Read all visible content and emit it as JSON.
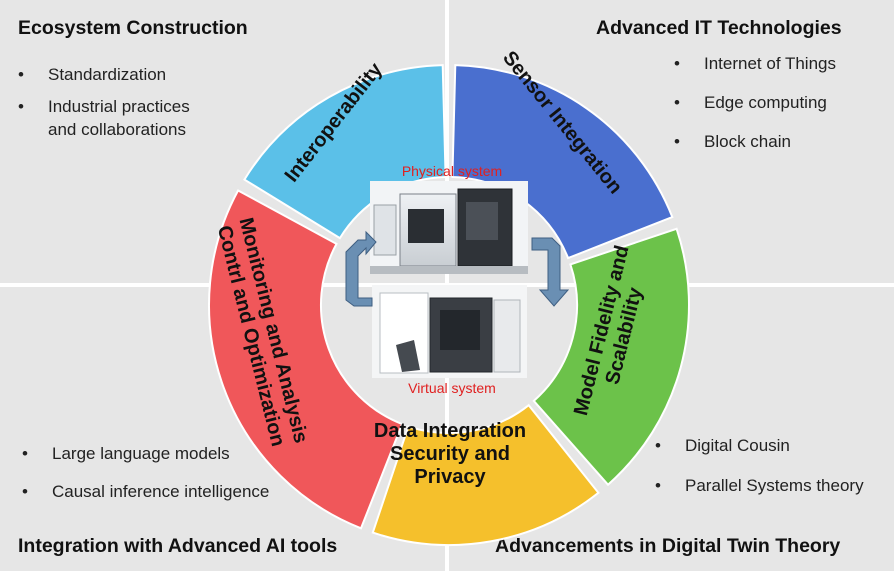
{
  "quadrants": {
    "top_left": {
      "title": "Ecosystem Construction",
      "items": [
        "Standardization",
        "Industrial practices\nand collaborations"
      ]
    },
    "top_right": {
      "title": "Advanced IT Technologies",
      "items": [
        "Internet of Things",
        "Edge computing",
        "Block chain"
      ]
    },
    "bottom_left": {
      "title": "Integration with Advanced AI tools",
      "items": [
        "Large language models",
        "Causal inference intelligence"
      ]
    },
    "bottom_right": {
      "title": "Advancements in Digital Twin Theory",
      "items": [
        "Digital Cousin",
        "Parallel Systems theory"
      ]
    }
  },
  "wheel": {
    "segments": [
      {
        "label": "Interoperability",
        "color": "#5bc0e8"
      },
      {
        "label": "Sensor Integration",
        "color": "#4a6fcf"
      },
      {
        "label": "Model Fidelity and\nScalability",
        "color": "#6cc24a"
      },
      {
        "label": "Data Integration\nSecurity and\nPrivacy",
        "color": "#f5c02c"
      },
      {
        "label": "Monitoring and Analysis\nContrl and Optimization",
        "color": "#f0575a"
      }
    ],
    "center": {
      "physical_label": "Physical system",
      "virtual_label": "Virtual system",
      "label_color": "#e02020",
      "arrow_color": "#6a8fb3"
    }
  }
}
